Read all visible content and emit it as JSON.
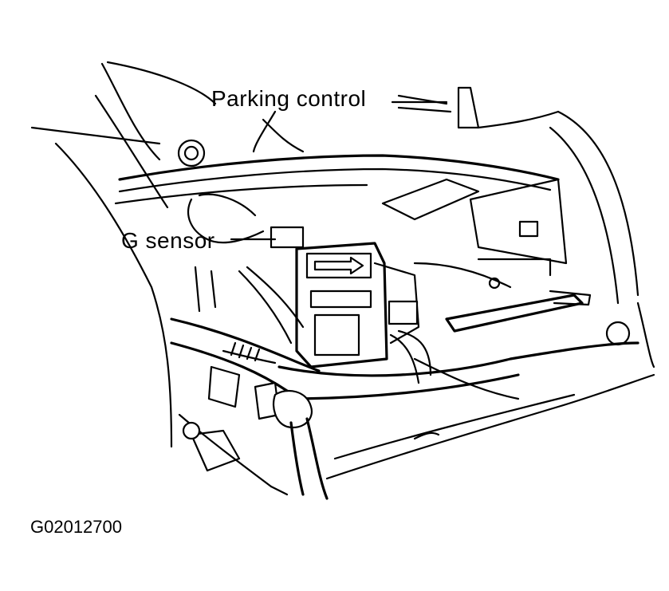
{
  "labels": {
    "parking_control": "Parking control",
    "g_sensor": "G sensor"
  },
  "figure_code": "G02012700"
}
